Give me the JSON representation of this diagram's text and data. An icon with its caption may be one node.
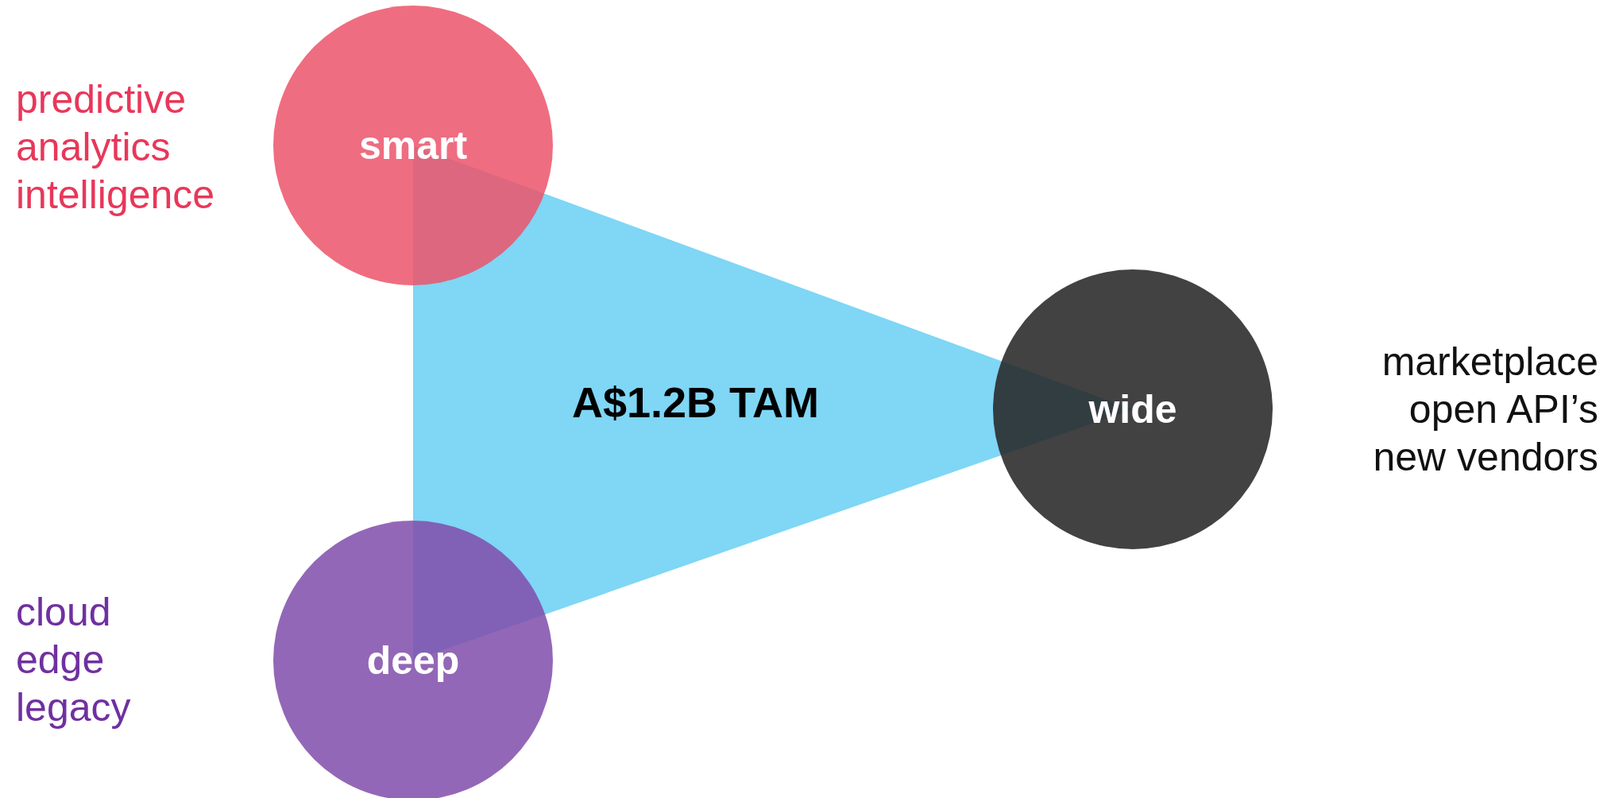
{
  "diagram": {
    "nodes": [
      {
        "text": [
          "smart"
        ],
        "beside": [
          "predictive",
          "analytics",
          "intelligence"
        ]
      },
      {
        "text": [
          "A$1.2B TAM"
        ]
      },
      {
        "text": [
          "wide"
        ],
        "beside": [
          "marketplace",
          "open API’s",
          "new vendors"
        ]
      },
      {
        "text": [
          "deep"
        ],
        "beside": [
          "cloud",
          "edge",
          "legacy"
        ]
      }
    ]
  }
}
